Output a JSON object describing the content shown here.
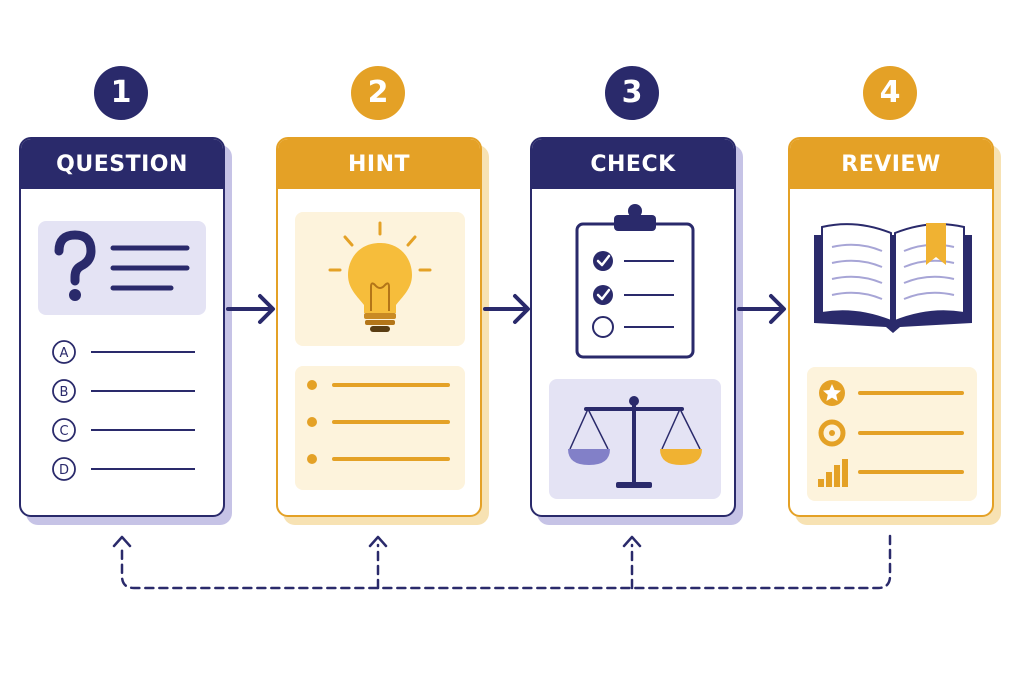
{
  "steps": [
    {
      "number": "1",
      "title": "QUESTION",
      "color": "#2a2a6b"
    },
    {
      "number": "2",
      "title": "HINT",
      "color": "#e4a126"
    },
    {
      "number": "3",
      "title": "CHECK",
      "color": "#2a2a6b"
    },
    {
      "number": "4",
      "title": "REVIEW",
      "color": "#e4a126"
    }
  ],
  "question": {
    "options": [
      "A",
      "B",
      "C",
      "D"
    ]
  },
  "icons": {
    "step1_main": "question-mark-icon",
    "step2_main": "lightbulb-icon",
    "step3_main": "clipboard-checklist-icon",
    "step3_secondary": "balance-scale-icon",
    "step4_main": "open-book-icon",
    "step4_list": [
      "star-icon",
      "target-icon",
      "bar-chart-icon"
    ]
  },
  "colors": {
    "navy": "#2a2a6b",
    "gold": "#e4a126",
    "lavender": "#e4e3f4",
    "cream": "#fdf3dc"
  }
}
